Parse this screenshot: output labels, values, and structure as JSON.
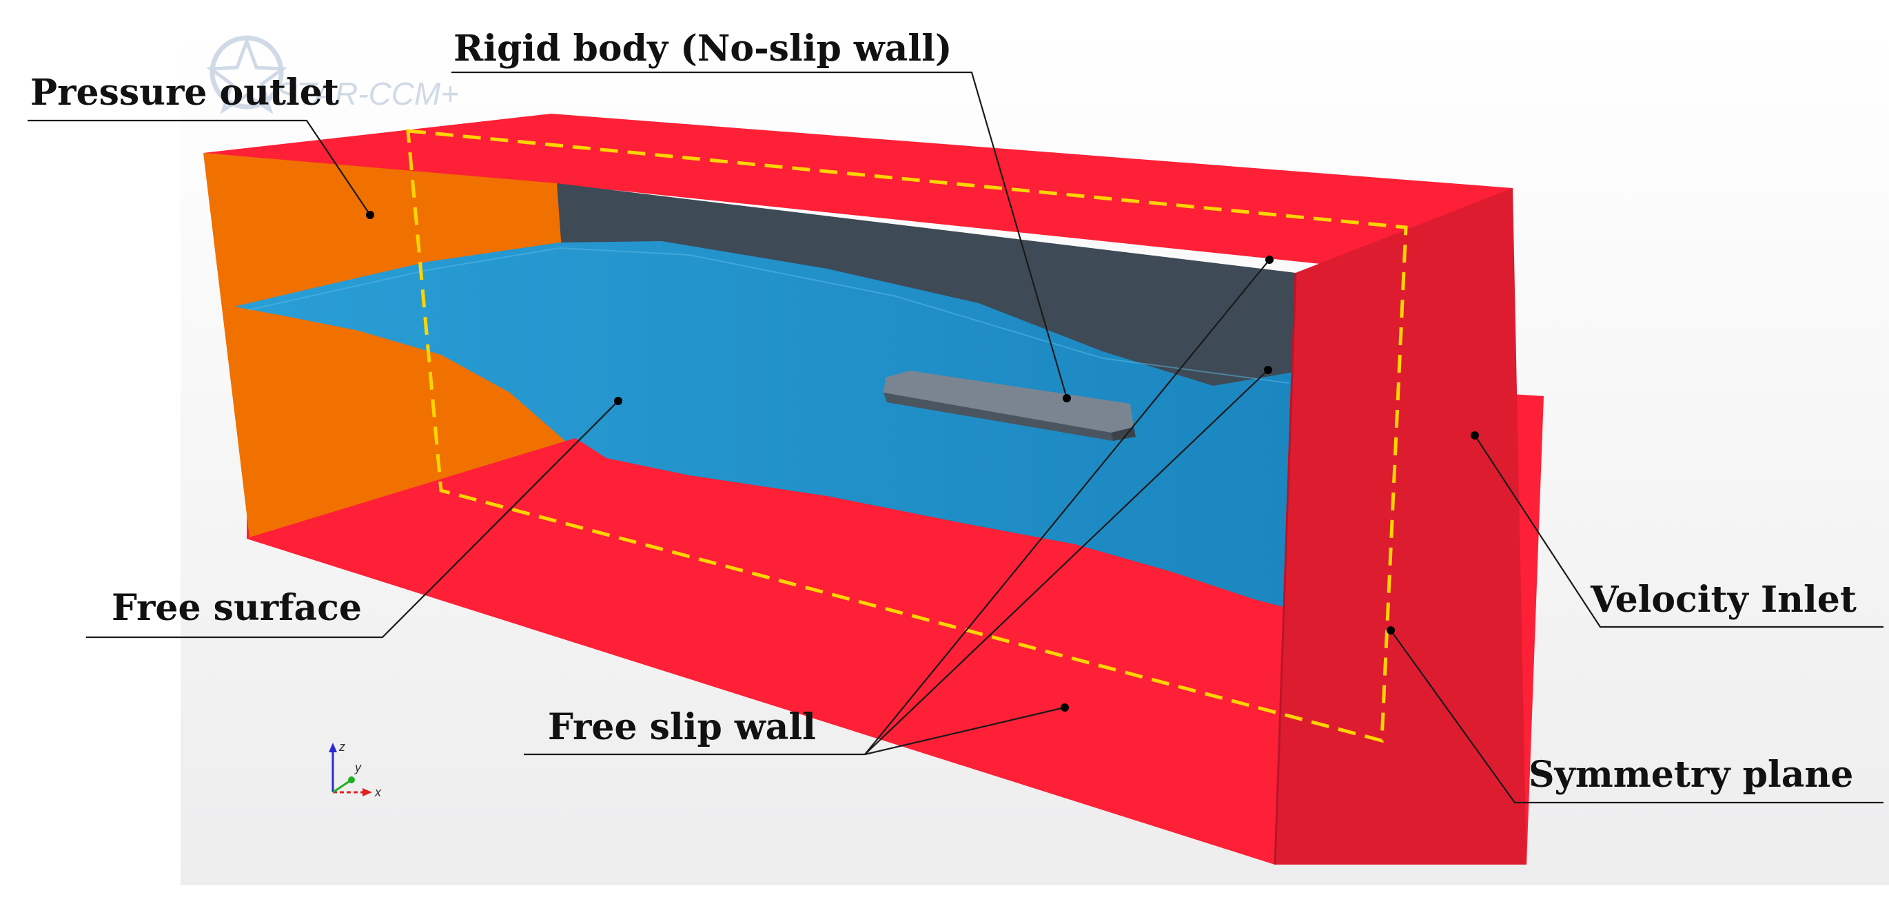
{
  "labels": {
    "pressure_outlet": "Pressure outlet",
    "rigid_body": "Rigid body (No-slip wall)",
    "free_surface": "Free surface",
    "free_slip_wall": "Free slip wall",
    "velocity_inlet": "Velocity Inlet",
    "symmetry_plane": "Symmetry plane"
  },
  "watermark": "STAR-CCM+",
  "axes": {
    "z": "z",
    "y": "y",
    "x": "x"
  },
  "colors": {
    "outlet_face": "#f07000",
    "domain_face": "#fd2036",
    "inlet_face": "#dd1c30",
    "water": "#1e90c8",
    "back_wall": "#3e4a56",
    "hull": "#5b6673",
    "symmetry_outline": "#ffd500"
  }
}
